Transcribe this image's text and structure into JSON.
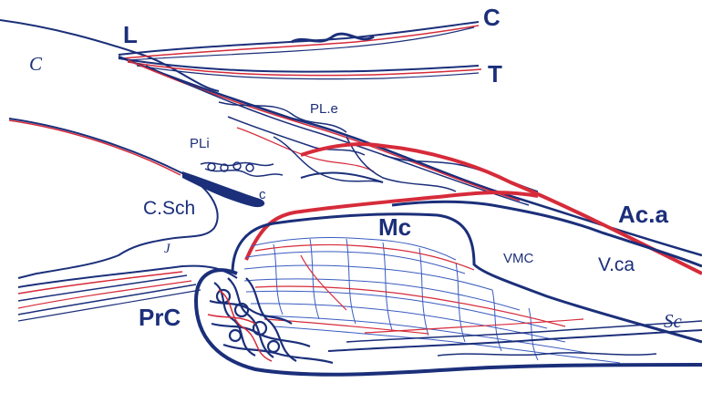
{
  "colors": {
    "vein": "#1b2f7a",
    "artery": "#d62b3a",
    "background": "#ffffff"
  },
  "labels": {
    "cornea_left": "C",
    "limbus": "L",
    "conjunctiva": "C",
    "tenon": "T",
    "plexus_episcleral": "PL.e",
    "plexus_intrascleral": "PLi",
    "collector": "c",
    "canal_schlemm": "C.Sch",
    "j": "J",
    "ciliary_muscle": "Mc",
    "vmc": "VMC",
    "anterior_ciliary_artery": "Ac.a",
    "anterior_ciliary_vein": "V.ca",
    "ciliary_process": "PrC",
    "suprachoroid": "Sc"
  }
}
